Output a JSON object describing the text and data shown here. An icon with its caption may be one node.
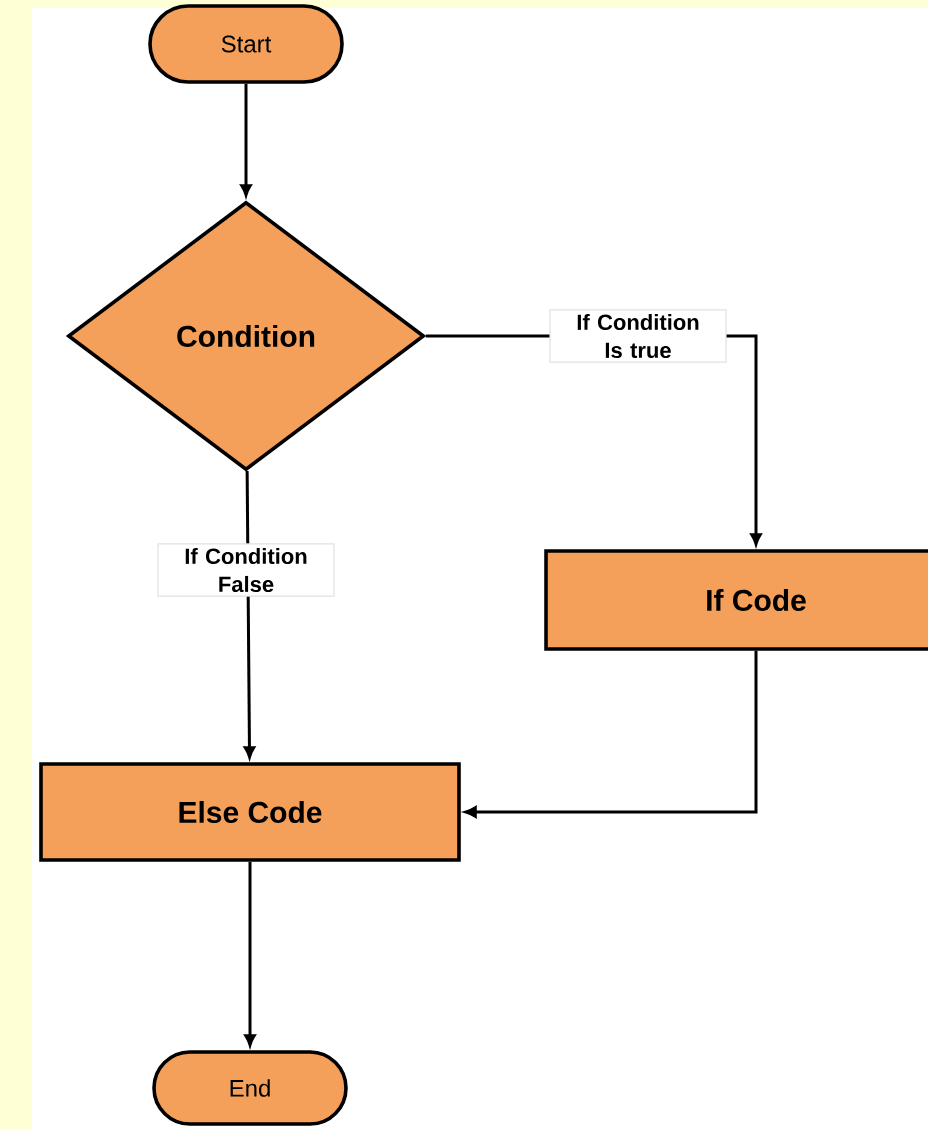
{
  "diagram": {
    "nodes": [
      {
        "text": [
          "Start"
        ]
      },
      {
        "text": [
          "Condition"
        ]
      },
      {
        "text": [
          "If Code"
        ]
      },
      {
        "text": [
          "Else Code"
        ]
      },
      {
        "text": [
          "End"
        ]
      }
    ],
    "edges": [
      {
        "from": 0,
        "to": 1,
        "arrow": "to"
      },
      {
        "from": 1,
        "to": 2,
        "arrow": "to",
        "label": "If Condition Is true"
      },
      {
        "from": 1,
        "to": 3,
        "arrow": "to",
        "label": "If Condition False"
      },
      {
        "from": 2,
        "to": 3,
        "arrow": "to"
      },
      {
        "from": 3,
        "to": 4,
        "arrow": "to"
      }
    ]
  }
}
